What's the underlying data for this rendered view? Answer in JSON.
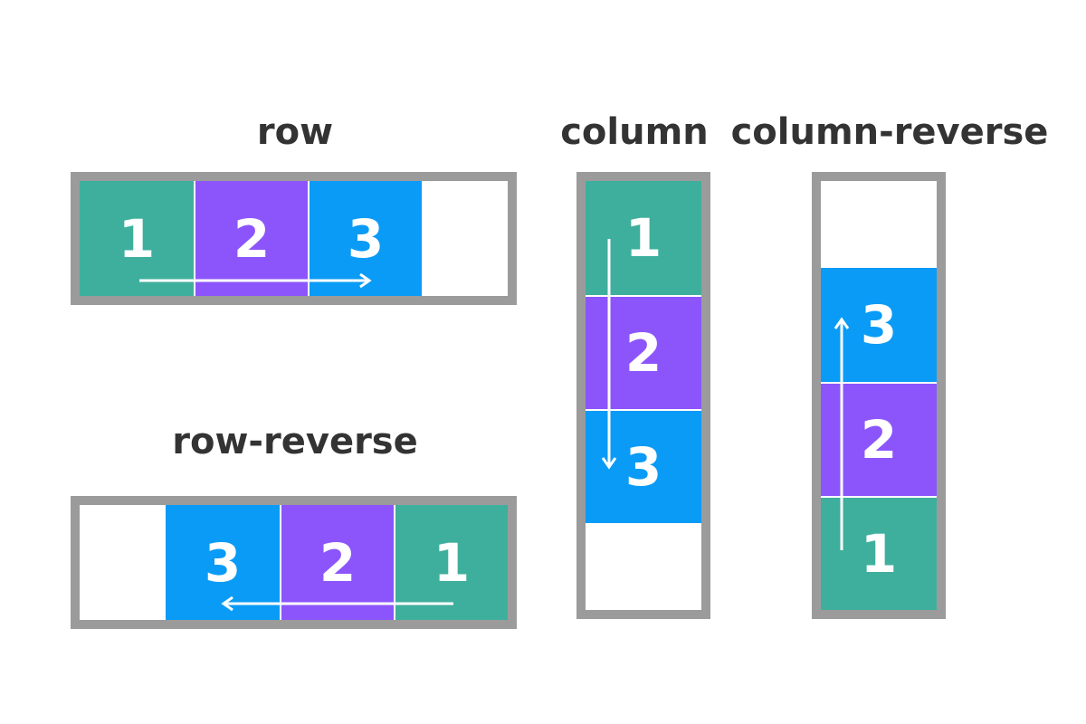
{
  "colors": {
    "item1": "#3eaf9c",
    "item2": "#8c55fc",
    "item3": "#0a9bf6",
    "frame": "#9b9b9b",
    "text": "#333333"
  },
  "row": {
    "title": "row",
    "items": [
      "1",
      "2",
      "3"
    ]
  },
  "row_reverse": {
    "title": "row-reverse",
    "items": [
      "3",
      "2",
      "1"
    ]
  },
  "column": {
    "title": "column",
    "items": [
      "1",
      "2",
      "3"
    ]
  },
  "column_reverse": {
    "title": "column-reverse",
    "items": [
      "3",
      "2",
      "1"
    ]
  }
}
